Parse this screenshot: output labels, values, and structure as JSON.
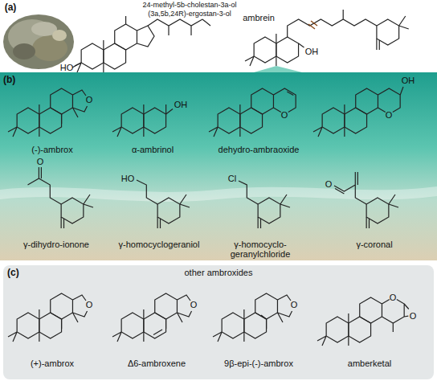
{
  "diagram": {
    "nodes": [
      {
        "text": [
          "(b)"
        ]
      },
      {
        "text": [
          "(c)",
          "other ambroxides"
        ]
      }
    ],
    "labels": [
      "(a)",
      "24-methyl-5b-cholestan-3a-ol (3a,5b,24R)-ergostan-3-ol",
      "HO",
      "ambrein",
      "OH",
      "(-)-ambrox",
      "α-ambrinol",
      "dehydro-ambraoxide",
      "O",
      "OH",
      "O",
      "O",
      "OH",
      "γ-dihydro-ionone",
      "γ-homocyclogeraniol",
      "γ-homocyclo-geranylchloride",
      "γ-coronal",
      "O",
      "HO",
      "Cl",
      "O",
      "(+)-ambrox",
      "Δ6-ambroxene",
      "9β-epi-(-)-ambrox",
      "amberketal",
      "O",
      "O",
      "O",
      "O",
      "O"
    ]
  }
}
